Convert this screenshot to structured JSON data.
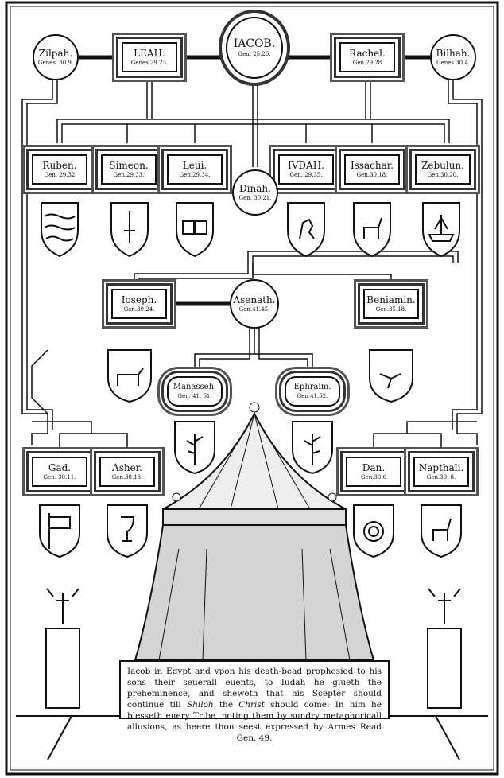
{
  "top_row": [
    {
      "name": "Zilpah.",
      "ref": "Genes. 30.9."
    },
    {
      "name": "LEAH.",
      "ref": "Genes.29.23."
    },
    {
      "name": "IACOB.",
      "ref": "Gen. 25.26."
    },
    {
      "name": "Rachel.",
      "ref": "Gen.29.28"
    },
    {
      "name": "Bilhah.",
      "ref": "Genes.30.4."
    }
  ],
  "sons_row1": [
    {
      "name": "Ruben.",
      "ref": "Gen. 29.32",
      "arms": "wavy-bars-shield"
    },
    {
      "name": "Simeon.",
      "ref": "Gen.29.33.",
      "arms": "sword-shield"
    },
    {
      "name": "Leui.",
      "ref": "Gen.29.34.",
      "arms": "book-shield"
    },
    {
      "name": "IVDAH.",
      "ref": "Gen. 29.35.",
      "arms": "lion-shield"
    },
    {
      "name": "Issachar.",
      "ref": "Gen.30.18.",
      "arms": "ass-shield"
    },
    {
      "name": "Zebulun.",
      "ref": "Gen.30.20.",
      "arms": "ship-shield"
    }
  ],
  "dinah": {
    "name": "Dinah.",
    "ref": "Gen. 30.21."
  },
  "joseph": {
    "name": "Ioseph.",
    "ref": "Gen.30.24.",
    "arms": "bull-shield"
  },
  "asenath": {
    "name": "Asenath.",
    "ref": "Gen.41.45."
  },
  "beniamin": {
    "name": "Beniamin.",
    "ref": "Gen.35.18.",
    "arms": "wolf-shield"
  },
  "grandsons": [
    {
      "name": "Manasseh.",
      "ref": "Gen. 41. 51.",
      "arms": "olive-branch-shield"
    },
    {
      "name": "Ephraim.",
      "ref": "Gen.41.52.",
      "arms": "olive-branch-shield"
    }
  ],
  "sons_row2": [
    {
      "name": "Gad.",
      "ref": "Gen. 30.11.",
      "arms": "banner-shield"
    },
    {
      "name": "Asher.",
      "ref": "Gen.30.13.",
      "arms": "cup-shield"
    },
    {
      "name": "Dan.",
      "ref": "Gen.30.6",
      "arms": "serpent-shield"
    },
    {
      "name": "Napthali.",
      "ref": "Gen.30. 8.",
      "arms": "hind-shield"
    }
  ],
  "caption": {
    "part1": "Iacob in Egypt and vpon his death-bead prophesied to his sons their seuerall euents, to Iudah he giueth the preheminence, and sheweth that his Scepter should continue till ",
    "shiloh": "Shiloh",
    "part2": " the ",
    "christ": "Christ",
    "part3": " should come: In him he blesseth euery Tribe, noting them by sundry metaphoricall allusions, as heere thou seest expressed by Armes   Read Gen. 49."
  }
}
